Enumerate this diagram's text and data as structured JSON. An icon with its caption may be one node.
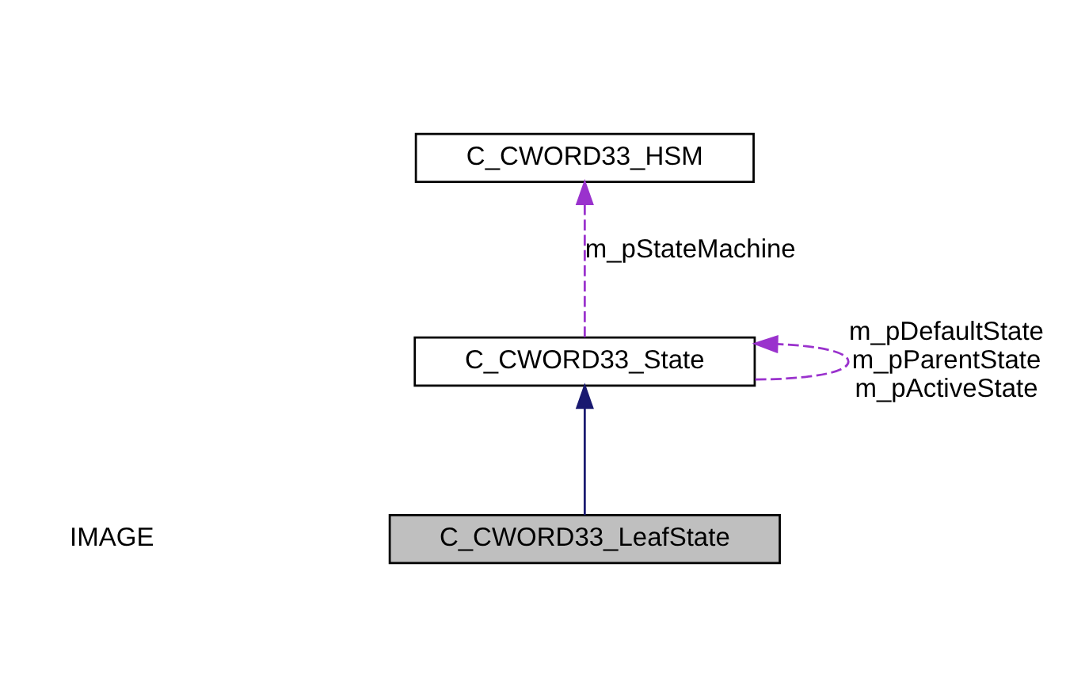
{
  "diagram": {
    "nodes": [
      {
        "text": [
          "C_CWORD33_HSM"
        ]
      },
      {
        "text": [
          "C_CWORD33_State"
        ]
      },
      {
        "text": [
          "C_CWORD33_LeafState"
        ]
      }
    ],
    "edges": [
      {
        "from": 1,
        "to": 0,
        "arrow": "to",
        "label": "m_pStateMachine",
        "style": "dashed"
      },
      {
        "from": 1,
        "to": 1,
        "arrow": "to",
        "label": "m_pDefaultState m_pParentState m_pActiveState",
        "style": "dashed"
      },
      {
        "from": 2,
        "to": 1,
        "arrow": "to",
        "color": "#191970"
      }
    ],
    "labels": [
      "IMAGE"
    ]
  }
}
